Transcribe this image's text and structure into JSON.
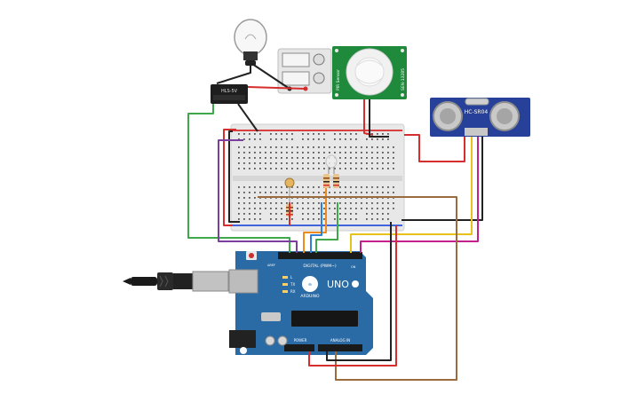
{
  "relay_module": {
    "label": "HLS-5V"
  },
  "pir_sensor": {
    "side_label_left": "PIR Sensor",
    "side_label_right": "SEN-13285"
  },
  "ultrasonic": {
    "model": "HC-SR04"
  },
  "arduino": {
    "brand": "ARDUINO",
    "model": "UNO",
    "digital_label": "DIGITAL (PWM~)",
    "power_label": "POWER",
    "analog_label": "ANALOG IN",
    "tx_label": "TX",
    "rx_label": "RX",
    "l_label": "L",
    "on_label": "ON",
    "aref_label": "AREF"
  },
  "colors": {
    "wire_red": "#d62d2d",
    "wire_black": "#222222",
    "wire_green": "#3ea84a",
    "wire_purple": "#7b3fa0",
    "wire_orange": "#ef8a1c",
    "wire_blue": "#2f7fd6",
    "wire_yellow": "#e7c21a",
    "wire_magenta": "#c4208c",
    "wire_brown": "#9b6b3d",
    "arduino_board": "#2a6aa5",
    "sensor_green": "#1f8a3c",
    "ultrasonic_blue": "#27419a"
  }
}
